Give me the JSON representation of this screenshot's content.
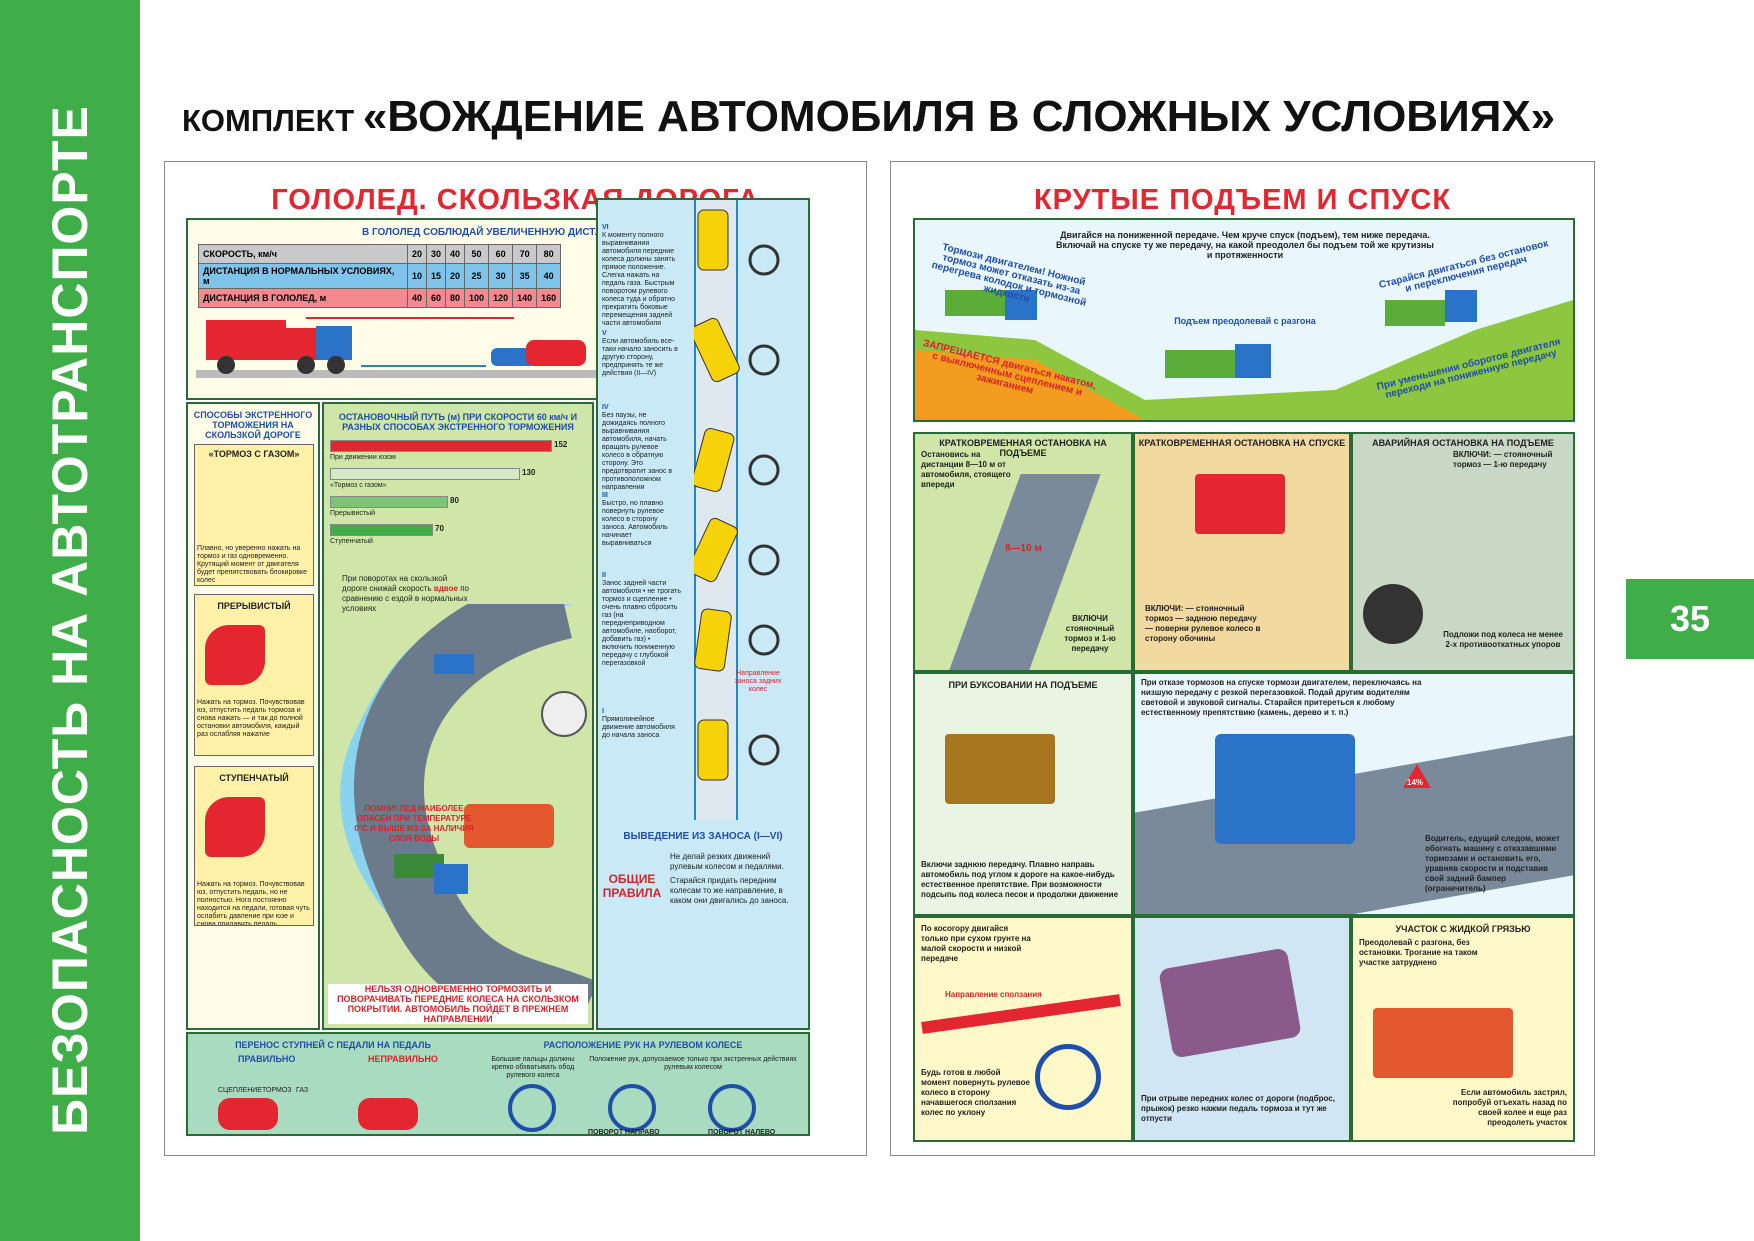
{
  "sidebar": {
    "text": "БЕЗОПАСНОСТЬ НА АВТОТРАНСПОРТЕ"
  },
  "page_number": "35",
  "header": {
    "prefix": "КОМПЛЕКТ ",
    "title": "«ВОЖДЕНИЕ АВТОМОБИЛЯ В СЛОЖНЫХ УСЛОВИЯХ»"
  },
  "colors": {
    "brand_green": "#3fae49",
    "title_red": "#e3262f",
    "frame_green": "#2a6a36",
    "blue_text": "#1f4fa8"
  },
  "left": {
    "title": "ГОЛОЛЕД. СКОЛЬЗКАЯ ДОРОГА",
    "distance": {
      "heading": "В ГОЛОЛЕД СОБЛЮДАЙ УВЕЛИЧЕННУЮ ДИСТАНЦИЮ",
      "rows": [
        {
          "label": "СКОРОСТЬ, км/ч",
          "values": [
            "20",
            "30",
            "40",
            "50",
            "60",
            "70",
            "80"
          ]
        },
        {
          "label": "ДИСТАНЦИЯ В НОРМАЛЬНЫХ УСЛОВИЯХ, м",
          "values": [
            "10",
            "15",
            "20",
            "25",
            "30",
            "35",
            "40"
          ]
        },
        {
          "label": "ДИСТАНЦИЯ В ГОЛОЛЕД, м",
          "values": [
            "40",
            "60",
            "80",
            "100",
            "120",
            "140",
            "160"
          ]
        }
      ]
    },
    "methods": {
      "heading": "СПОСОБЫ ЭКСТРЕННОГО ТОРМОЖЕНИЯ НА СКОЛЬЗКОЙ ДОРОГЕ",
      "items": [
        {
          "title": "«ТОРМОЗ С ГАЗОМ»",
          "text": "Плавно, но уверенно нажать на тормоз и газ одновременно. Крутящий момент от двигателя будет препятствовать блокировке колес"
        },
        {
          "title": "ПРЕРЫВИСТЫЙ",
          "text": "Нажать на тормоз. Почувствовав юз, отпустить педаль тормоза и снова нажать — и так до полной остановки автомобиля, каждый раз ослабляя нажатие"
        },
        {
          "title": "СТУПЕНЧАТЫЙ",
          "text": "Нажать на тормоз. Почувствовав юз, отпустить педаль, но не полностью. Нога постоянно находится на педали, готовая чуть ослабить давление при юзе и снова придавить педаль"
        }
      ]
    },
    "stopping": {
      "heading": "ОСТАНОВОЧНЫЙ ПУТЬ (м) ПРИ СКОРОСТИ 60 км/ч И РАЗНЫХ СПОСОБАХ ЭКСТРЕННОГО ТОРМОЖЕНИЯ",
      "bars": [
        {
          "label": "При движении юзом",
          "value": 152,
          "color": "#e3262f"
        },
        {
          "label": "«Тормоз с газом»",
          "value": 130,
          "color": "#d5e8c8"
        },
        {
          "label": "Прерывистый",
          "value": 80,
          "color": "#7cc576"
        },
        {
          "label": "Ступенчатый",
          "value": 70,
          "color": "#3fae49"
        }
      ]
    },
    "turn_note": {
      "pre": "При поворотах на скользкой дороге снижай скорость ",
      "accent": "вдвое",
      "post": " по сравнению с ездой в нормальных условиях"
    },
    "remember": "ПОМНИ! ЛЕД НАИБОЛЕЕ ОПАСЕН ПРИ ТЕМПЕРАТУРЕ 0°С И ВЫШЕ ИЗ-ЗА НАЛИЧИЯ СЛОЯ ВОДЫ",
    "warning": "НЕЛЬЗЯ ОДНОВРЕМЕННО ТОРМОЗИТЬ И ПОВОРАЧИВАТЬ ПЕРЕДНИЕ КОЛЕСА НА СКОЛЬЗКОМ ПОКРЫТИИ. АВТОМОБИЛЬ ПОЙДЕТ В ПРЕЖНЕМ НАПРАВЛЕНИИ",
    "skid_steps": [
      {
        "num": "VI",
        "text": "К моменту полного выравнивания автомобиля передние колеса должны занять прямое положение. Слегка нажать на педаль газа. Быстрым поворотом рулевого колеса туда и обратно прекратить боковые перемещения задней части автомобиля"
      },
      {
        "num": "V",
        "text": "Если автомобиль все-таки начало заносить в другую сторону, предпринять те же действия (II—IV)"
      },
      {
        "num": "IV",
        "text": "Без паузы, не дожидаясь полного выравнивания автомобиля, начать вращать рулевое колесо в обратную сторону. Это предотвратит занос в противоположном направлении"
      },
      {
        "num": "III",
        "text": "Быстро, но плавно повернуть рулевое колесо в сторону заноса. Автомобиль начинает выравниваться"
      },
      {
        "num": "II",
        "text": "Занос задней части автомобиля • не трогать тормоз и сцепление • очень плавно сбросить газ (на переднеприводном автомобиле, наоборот, добавить газ) • включить пониженную передачу с глубокой перегазовкой"
      },
      {
        "num": "I",
        "text": "Прямолинейное движение автомобиля до начала заноса"
      }
    ],
    "skid_direction": "Направление заноса задних колес",
    "skid_heading": "ВЫВЕДЕНИЕ ИЗ ЗАНОСА (I—VI)",
    "rules": {
      "title": "ОБЩИЕ ПРАВИЛА",
      "items": [
        "Не делай резких движений рулевым колесом и педалями.",
        "Старайся придать передним колесам то же направление, в каком они двигались до заноса."
      ]
    },
    "pedals": {
      "heading": "ПЕРЕНОС СТУПНЕЙ С ПЕДАЛИ НА ПЕДАЛЬ",
      "right": "ПРАВИЛЬНО",
      "wrong": "НЕПРАВИЛЬНО",
      "labels": [
        "СЦЕПЛЕНИЕ",
        "ТОРМОЗ",
        "ГАЗ"
      ]
    },
    "hands": {
      "heading": "РАСПОЛОЖЕНИЕ РУК НА РУЛЕВОМ КОЛЕСЕ",
      "grip": "Большие пальцы должны крепко обхватывать обод рулевого колеса",
      "extreme": "Положение рук, допускаемое только при экстренных действиях рулевым колесом",
      "turn_right": "ПОВОРОТ НАПРАВО",
      "turn_left": "ПОВОРОТ НАЛЕВО"
    }
  },
  "right": {
    "title": "КРУТЫЕ ПОДЪЕМ И СПУСК",
    "top": {
      "intro": "Двигайся на пониженной передаче. Чем круче спуск (подъем), тем ниже передача. Включай на спуске ту же передачу, на какой преодолел бы подъем той же крутизны и протяженности",
      "engine_brake": "Тормози двигателем! Ножной тормоз может отказать из-за перегрева колодок и тормозной жидкости",
      "forbidden": "ЗАПРЕЩАЕТСЯ двигаться накатом, с выключенным сцеплением и зажиганием",
      "momentum": "Подъем преодолевай с разгона",
      "no_stop": "Старайся двигаться без остановок и переключения передач",
      "low_gear": "При уменьшении оборотов двигателя переходи на пониженную передачу"
    },
    "panels": [
      {
        "title": "КРАТКОВРЕМЕННАЯ ОСТАНОВКА НА ПОДЪЕМЕ",
        "text": "Остановись на дистанции 8—10 м от автомобиля, стоящего впереди",
        "extra": "ВКЛЮЧИ стояночный тормоз и 1-ю передачу",
        "distance": "8—10 м"
      },
      {
        "title": "КРАТКОВРЕМЕННАЯ ОСТАНОВКА НА СПУСКЕ",
        "text": "ВКЛЮЧИ: — стояночный тормоз — заднюю передачу — поверни рулевое колесо в сторону обочины"
      },
      {
        "title": "АВАРИЙНАЯ ОСТАНОВКА НА ПОДЪЕМЕ",
        "text": "ВКЛЮЧИ: — стояночный тормоз — 1-ю передачу",
        "extra": "Подложи под колеса не менее 2-х противооткатных упоров"
      },
      {
        "title": "ПРИ БУКСОВАНИИ НА ПОДЪЕМЕ",
        "text": "Включи заднюю передачу. Плавно направь автомобиль под углом к дороге на какое-нибудь естественное препятствие. При возможности подсыпь под колеса песок и продолжи движение"
      },
      {
        "title": "",
        "text": "При отказе тормозов на спуске тормози двигателем, переключаясь на низшую передачу с резкой перегазовкой. Подай другим водителям световой и звуковой сигналы. Старайся притереться к любому естественному препятствию (камень, дерево и т. п.)",
        "extra": "Водитель, едущий следом, может обогнать машину с отказавшими тормозами и остановить его, уравняв скорости и подставив свой задний бампер (ограничитель)",
        "sign": "14%"
      },
      {
        "title": "",
        "text": "По косогору двигайся только при сухом грунте на малой скорости и низкой передаче",
        "extra": "Будь готов в любой момент повернуть рулевое колесо в сторону начавшегося сползания колес по уклону",
        "arrow": "Направление сползания"
      },
      {
        "title": "",
        "text": "При отрыве передних колес от дороги (подброс, прыжок) резко нажми педаль тормоза и тут же отпусти"
      },
      {
        "title": "УЧАСТОК С ЖИДКОЙ ГРЯЗЬЮ",
        "text": "Преодолевай с разгона, без остановки. Трогание на таком участке затруднено",
        "extra": "Если автомобиль застрял, попробуй отъехать назад по своей колее и еще раз преодолеть участок"
      }
    ]
  }
}
